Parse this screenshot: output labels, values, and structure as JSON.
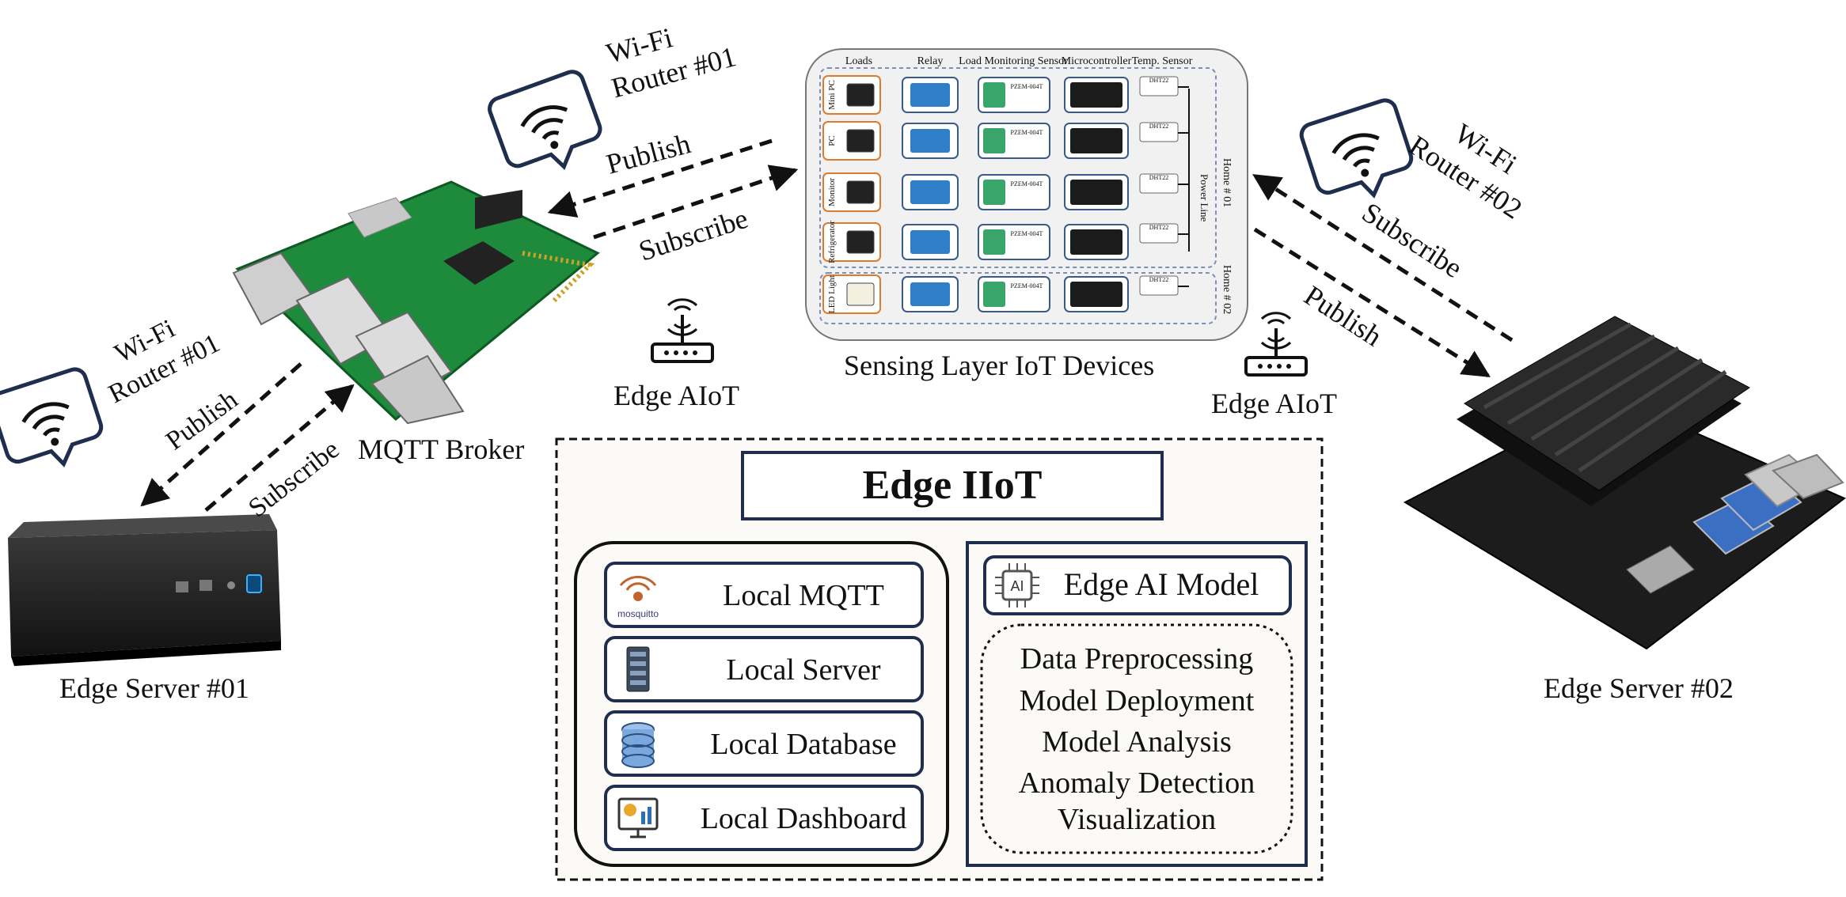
{
  "left": {
    "router_wifi": "Wi-Fi",
    "router_name": "Router #01",
    "publish": "Publish",
    "subscribe": "Subscribe",
    "server_label": "Edge Server #01"
  },
  "broker": {
    "label": "MQTT Broker",
    "publish": "Publish",
    "subscribe": "Subscribe",
    "router_wifi": "Wi-Fi",
    "router_name": "Router #01"
  },
  "edge_aiot_left": "Edge AIoT",
  "edge_aiot_right": "Edge AIoT",
  "sensing": {
    "caption": "Sensing Layer IoT Devices",
    "columns": [
      "Loads",
      "Relay",
      "Load Monitoring Sensor",
      "Microcontroller",
      "Temp. Sensor"
    ],
    "rows": [
      "Mini PC",
      "PC",
      "Monitor",
      "Refrigerator",
      "LED Light"
    ],
    "sensor_chip": "PZEM-004T",
    "temp_chip": "DHT22",
    "power_line": "Power Line",
    "home1": "Home # 01",
    "home2": "Home # 02"
  },
  "right": {
    "router_wifi": "Wi-Fi",
    "router_name": "Router #02",
    "subscribe": "Subscribe",
    "publish": "Publish",
    "server_label": "Edge Server #02"
  },
  "iiot": {
    "title": "Edge IIoT",
    "local_items": [
      "Local MQTT",
      "Local Server",
      "Local Database",
      "Local Dashboard"
    ],
    "mosquitto_logo": "mosquitto",
    "ai_model": "Edge AI Model",
    "ai_chip": "AI",
    "tasks": [
      "Data Preprocessing",
      "Model Deployment",
      "Model Analysis",
      "Anomaly Detection",
      "Visualization"
    ]
  },
  "colors": {
    "navy": "#1f2d4f",
    "orange": "#e07a2c",
    "relay_blue": "#2f7fc8",
    "board_green": "#1e8a3c"
  }
}
